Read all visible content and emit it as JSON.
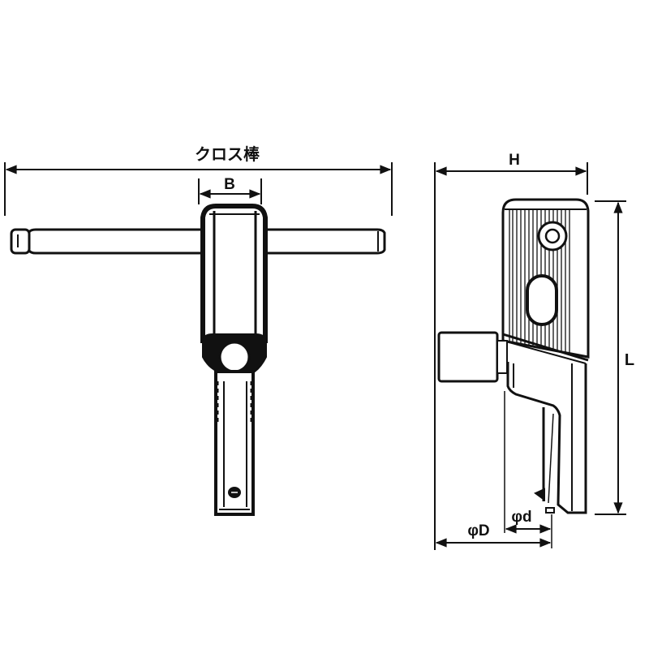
{
  "figure": {
    "type": "technical-drawing",
    "subject": "T-handle cross-bar tool",
    "colors": {
      "line": "#111111",
      "background": "#ffffff"
    }
  },
  "front_view": {
    "dimensions": {
      "cross_bar_length_label": "クロス棒",
      "width_label": "B"
    }
  },
  "side_view": {
    "dimensions": {
      "height_label": "H",
      "length_label": "L",
      "outer_diameter_label": "φD",
      "inner_diameter_label": "φd"
    }
  }
}
